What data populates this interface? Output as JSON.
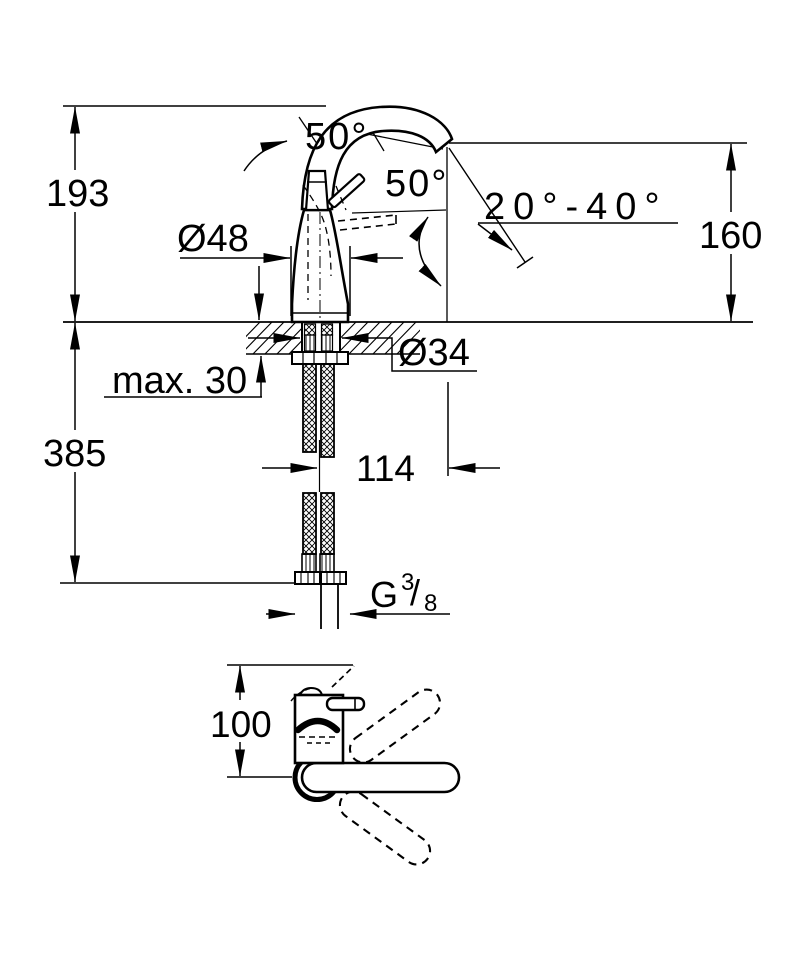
{
  "page": {
    "background": "#ffffff",
    "line_color": "#000000",
    "description": "Technical installation drawing of a single-lever basin faucet, front elevation with below-deck supply hoses and a plan view of the lever swing"
  },
  "main_view": {
    "name": "front-elevation",
    "dimensions": {
      "total_height": "193",
      "below_deck_height": "385",
      "outlet_height": "160",
      "body_diameter": "Ø48",
      "mounting_hole_diameter": "Ø34",
      "max_deck_thickness": "max. 30",
      "spout_reach": "114",
      "lever_tilt_angle": "50°",
      "lever_swing_angle": "50°",
      "jet_angle_range": "20°-40°",
      "connection_thread": {
        "g": "G",
        "numerator": "3",
        "slash": "/",
        "denominator": "8"
      }
    }
  },
  "top_view": {
    "name": "plan-view",
    "dimensions": {
      "lever_length": "100"
    }
  }
}
